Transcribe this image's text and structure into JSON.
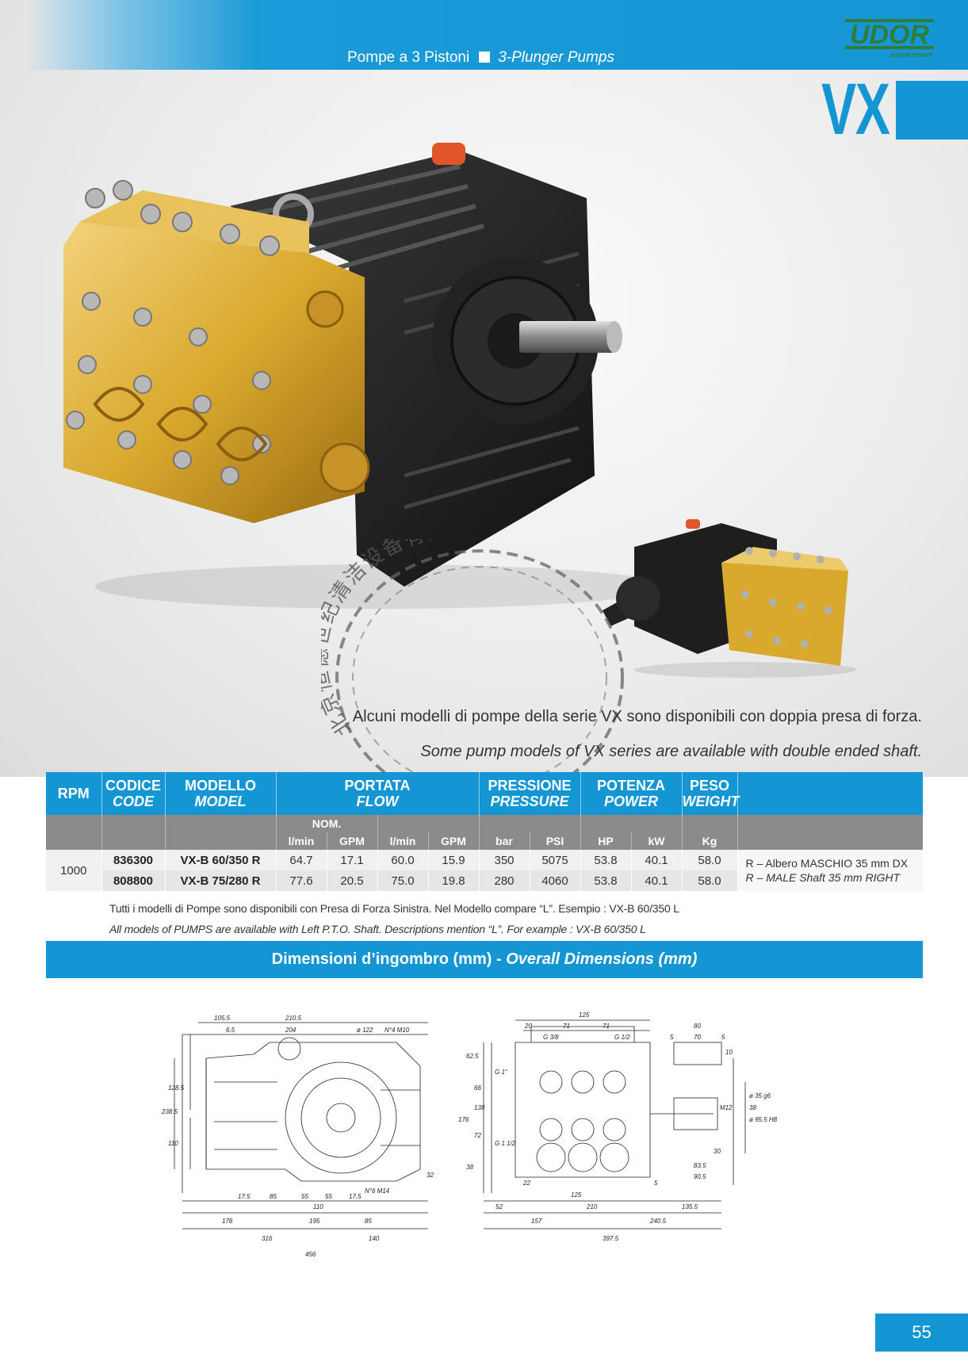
{
  "header": {
    "title_it": "Pompe a 3 Pistoni",
    "title_en": "3-Plunger Pumps"
  },
  "logo": {
    "brand": "UDOR",
    "tagline": "WATER POWER"
  },
  "series": "VX",
  "stamp_text": "北京恒德世纪清洁设备有限公司",
  "notes": {
    "it": "Alcuni modelli di pompe della serie VX sono disponibili con doppia presa di forza.",
    "en": "Some pump models of VX series are available with double ended shaft."
  },
  "table": {
    "headers": {
      "rpm": "RPM",
      "code_it": "CODICE",
      "code_en": "CODE",
      "model_it": "MODELLO",
      "model_en": "MODEL",
      "flow_it": "PORTATA",
      "flow_en": "FLOW",
      "pressure_it": "PRESSIONE",
      "pressure_en": "PRESSURE",
      "power_it": "POTENZA",
      "power_en": "POWER",
      "weight_it": "PESO",
      "weight_en": "WEIGHT"
    },
    "nom": "NOM.",
    "units": [
      "l/min",
      "GPM",
      "l/min",
      "GPM",
      "bar",
      "PSI",
      "HP",
      "kW",
      "Kg"
    ],
    "rpm_value": "1000",
    "rows": [
      {
        "code": "836300",
        "model": "VX-B 60/350 R",
        "flow_nom_lmin": "64.7",
        "flow_nom_gpm": "17.1",
        "flow_lmin": "60.0",
        "flow_gpm": "15.9",
        "bar": "350",
        "psi": "5075",
        "hp": "53.8",
        "kw": "40.1",
        "kg": "58.0"
      },
      {
        "code": "808800",
        "model": "VX-B 75/280 R",
        "flow_nom_lmin": "77.6",
        "flow_nom_gpm": "20.5",
        "flow_lmin": "75.0",
        "flow_gpm": "19.8",
        "bar": "280",
        "psi": "4060",
        "hp": "53.8",
        "kw": "40.1",
        "kg": "58.0"
      }
    ],
    "shaft_note_it": "R – Albero MASCHIO 35 mm DX",
    "shaft_note_en": "R – MALE Shaft 35 mm RIGHT"
  },
  "remarks": {
    "it": "Tutti i modelli di Pompe sono disponibili con Presa di Forza Sinistra. Nel Modello compare “L”. Esempio : VX-B 60/350 L",
    "en": "All models of PUMPS are available with Left P.T.O. Shaft. Descriptions mention “L”. For example : VX-B 60/350 L"
  },
  "dimensions": {
    "title_it": "Dimensioni d’ingombro (mm)",
    "separator": " - ",
    "title_en": "Overall Dimensions (mm)",
    "left_view": {
      "top_dims": [
        "105.5",
        "210.5",
        "6.5",
        "204"
      ],
      "callouts": [
        "ø 122",
        "N°4 M10",
        "N°6 M14"
      ],
      "left_dims": [
        "238.5",
        "128.5",
        "110"
      ],
      "right_dim": "32",
      "bottom_dims": [
        "17.5",
        "85",
        "55",
        "55",
        "17.5",
        "110",
        "176",
        "195",
        "85",
        "316",
        "140",
        "456"
      ]
    },
    "right_view": {
      "top_dims": [
        "125",
        "20",
        "71",
        "71",
        "G 3/8",
        "G 1/2",
        "5",
        "80",
        "70",
        "5"
      ],
      "left_dims": [
        "62.5",
        "66",
        "138",
        "176",
        "72",
        "38",
        "G 1\"",
        "G 1 1/2"
      ],
      "right_dims": [
        "10",
        "ø 35 g6",
        "38",
        "ø 95.5 H8",
        "M12",
        "30",
        "83.5",
        "90.5"
      ],
      "bottom_dims": [
        "22",
        "125",
        "52",
        "210",
        "5",
        "135.5",
        "157",
        "240.5",
        "397.5"
      ]
    }
  },
  "page_number": "55",
  "colors": {
    "brand_blue": "#1596d4",
    "header_gray": "#8b8b8b",
    "brass": "#d9a92e",
    "pump_black": "#1c1c1c",
    "logo_green": "#2e7d3a"
  }
}
